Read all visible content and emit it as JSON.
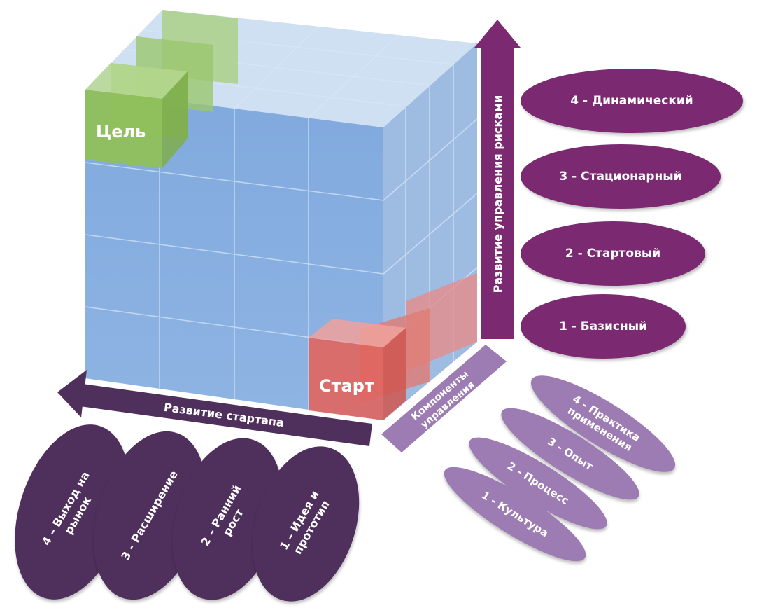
{
  "cube": {
    "goal_label": "Цель",
    "start_label": "Старт"
  },
  "axes": {
    "vertical": "Развитие управления рисками",
    "horizontal": "Развитие стартапа",
    "depth_box": "Компоненты управления рисками"
  },
  "levels": [
    {
      "label": "4 - Динамический"
    },
    {
      "label": "3 - Стационарный"
    },
    {
      "label": "2 - Стартовый"
    },
    {
      "label": "1 - Базисный"
    }
  ],
  "stages": [
    {
      "line1": "4 – Выход на",
      "line2": "рынок"
    },
    {
      "line1": "3 - Расширение",
      "line2": ""
    },
    {
      "line1": "2 – Ранний",
      "line2": "рост"
    },
    {
      "line1": "1 – Идея и",
      "line2": "прототип"
    }
  ],
  "components": [
    {
      "line1": "4 - Практика",
      "line2": "применения"
    },
    {
      "line1": "3 -  Опыт",
      "line2": ""
    },
    {
      "line1": "2 -  Процесс",
      "line2": ""
    },
    {
      "line1": "1 - Культура",
      "line2": ""
    }
  ],
  "colors": {
    "cube_blue": "#5b8fd4",
    "goal_green": "#8fc05a",
    "start_red": "#e0655f",
    "arrow_purple": "#7b2a72",
    "stage_dark": "#4f2f5c",
    "component_light": "#9d7cb4"
  }
}
